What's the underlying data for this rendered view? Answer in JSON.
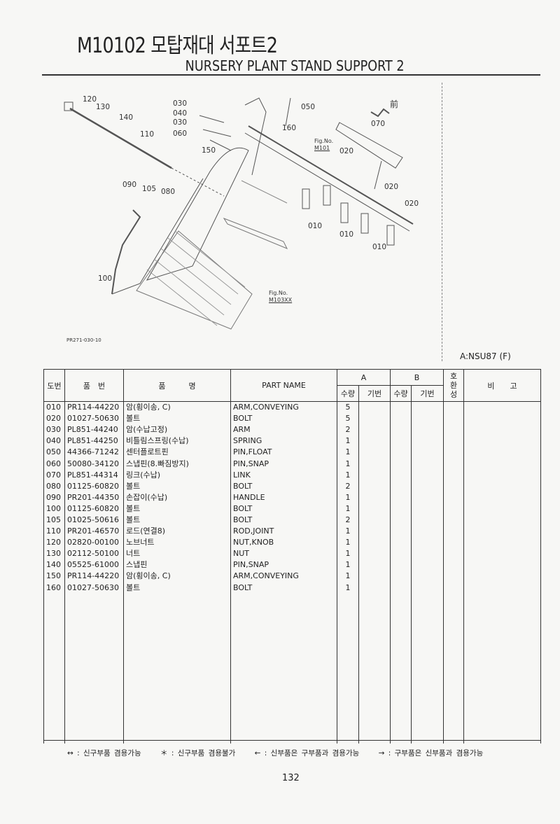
{
  "header": {
    "title": "M10102 모탑재대 서포트2",
    "subtitle": "NURSERY PLANT STAND SUPPORT 2"
  },
  "diagram": {
    "callouts": [
      "120",
      "130",
      "140",
      "110",
      "030",
      "040",
      "030",
      "060",
      "150",
      "050",
      "160",
      "070",
      "020",
      "020",
      "020",
      "010",
      "010",
      "010",
      "090",
      "105",
      "080",
      "100"
    ],
    "front_mark": "前",
    "fig_ref_1": {
      "label": "Fig.No.",
      "value": "M101"
    },
    "fig_ref_2": {
      "label": "Fig.No.",
      "value": "M103XX"
    },
    "drawing_code": "PR271-030-10"
  },
  "model_note": "A:NSU87 (F)",
  "table": {
    "headers": {
      "ref_no": "도번",
      "part_no": "품　번",
      "name_kr": "품　　　명",
      "part_name": "PART NAME",
      "group_a": "A",
      "group_b": "B",
      "qty": "수량",
      "serial": "기번",
      "compat": [
        "호",
        "환",
        "성"
      ],
      "remarks": "비　　고"
    },
    "rows": [
      {
        "ref": "010",
        "part_no": "PR114-44220",
        "name_kr": "암(횡이송, C)",
        "part_name": "ARM,CONVEYING",
        "qty": "5"
      },
      {
        "ref": "020",
        "part_no": "01027-50630",
        "name_kr": "볼트",
        "part_name": "BOLT",
        "qty": "5"
      },
      {
        "ref": "030",
        "part_no": "PL851-44240",
        "name_kr": "암(수납고정)",
        "part_name": "ARM",
        "qty": "2"
      },
      {
        "ref": "040",
        "part_no": "PL851-44250",
        "name_kr": "비틀림스프링(수납)",
        "part_name": "SPRING",
        "qty": "1"
      },
      {
        "ref": "050",
        "part_no": "44366-71242",
        "name_kr": "센터플로트핀",
        "part_name": "PIN,FLOAT",
        "qty": "1"
      },
      {
        "ref": "060",
        "part_no": "50080-34120",
        "name_kr": "스냅핀(8.빠짐방지)",
        "part_name": "PIN,SNAP",
        "qty": "1"
      },
      {
        "ref": "070",
        "part_no": "PL851-44314",
        "name_kr": "링크(수납)",
        "part_name": "LINK",
        "qty": "1"
      },
      {
        "ref": "080",
        "part_no": "01125-60820",
        "name_kr": "볼트",
        "part_name": "BOLT",
        "qty": "2"
      },
      {
        "ref": "090",
        "part_no": "PR201-44350",
        "name_kr": "손잡이(수납)",
        "part_name": "HANDLE",
        "qty": "1"
      },
      {
        "ref": "100",
        "part_no": "01125-60820",
        "name_kr": "볼트",
        "part_name": "BOLT",
        "qty": "1"
      },
      {
        "ref": "105",
        "part_no": "01025-50616",
        "name_kr": "볼트",
        "part_name": "BOLT",
        "qty": "2"
      },
      {
        "ref": "110",
        "part_no": "PR201-46570",
        "name_kr": "로드(연결8)",
        "part_name": "ROD,JOINT",
        "qty": "1"
      },
      {
        "ref": "120",
        "part_no": "02820-00100",
        "name_kr": "노브너트",
        "part_name": "NUT,KNOB",
        "qty": "1"
      },
      {
        "ref": "130",
        "part_no": "02112-50100",
        "name_kr": "너트",
        "part_name": "NUT",
        "qty": "1"
      },
      {
        "ref": "140",
        "part_no": "05525-61000",
        "name_kr": "스냅핀",
        "part_name": "PIN,SNAP",
        "qty": "1"
      },
      {
        "ref": "150",
        "part_no": "PR114-44220",
        "name_kr": "암(횡이송, C)",
        "part_name": "ARM,CONVEYING",
        "qty": "1"
      },
      {
        "ref": "160",
        "part_no": "01027-50630",
        "name_kr": "볼트",
        "part_name": "BOLT",
        "qty": "1"
      }
    ]
  },
  "legend": [
    "↔ : 신구부품 겸용가능",
    "＊ : 신구부품 겸용불가",
    "← : 신부품은 구부품과 겸용가능",
    "→ : 구부품은 신부품과 겸용가능"
  ],
  "page_number": "132"
}
